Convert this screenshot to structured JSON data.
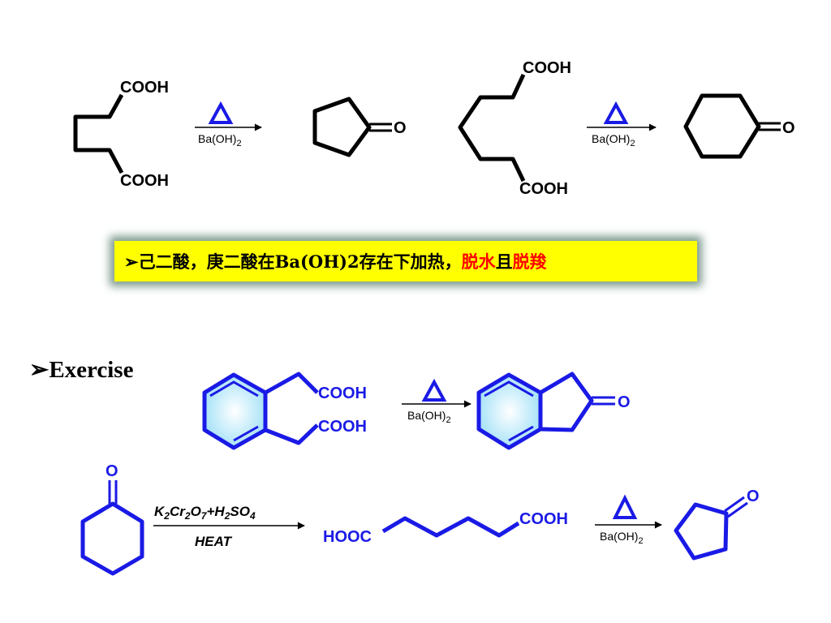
{
  "reaction1": {
    "top_group": "COOH",
    "bottom_group": "COOH",
    "heat_symbol": "Δ",
    "reagent": "Ba(OH)",
    "reagent_sub": "2",
    "product_label": "O"
  },
  "reaction2": {
    "top_group": "COOH",
    "bottom_group": "COOH",
    "heat_symbol": "Δ",
    "reagent": "Ba(OH)",
    "reagent_sub": "2",
    "product_label": "O"
  },
  "note": {
    "bullet": "➢",
    "text": "己二酸，庚二酸在Ba(OH)2存在下加热，",
    "red1": "脱水",
    "mid": "且",
    "red2": "脱羧"
  },
  "exercise": {
    "bullet": "➢",
    "title": "Exercise"
  },
  "reaction3": {
    "top_group": "COOH",
    "bottom_group": "COOH",
    "heat_symbol": "Δ",
    "reagent": "Ba(OH)",
    "reagent_sub": "2",
    "product_label": "O"
  },
  "reaction4": {
    "start_label": "O",
    "cond_k": "K",
    "cond_k_sub": "2",
    "cond_cr": "Cr",
    "cond_cr_sub": "2",
    "cond_o": "O",
    "cond_o_sub": "7",
    "cond_plus": "+H",
    "cond_h_sub": "2",
    "cond_so": "SO",
    "cond_so_sub": "4",
    "cond_heat": "HEAT",
    "left_group": "HOOC",
    "right_group": "COOH",
    "heat_symbol": "Δ",
    "reagent": "Ba(OH)",
    "reagent_sub": "2",
    "product_label": "O"
  },
  "colors": {
    "black_structures": "#000000",
    "blue_structures": "#1a1ae6",
    "heat_triangle": "#1a1ae6",
    "note_background": "#ffff00",
    "note_highlight": "#ff0000",
    "aromatic_fill": "#9fe0f7"
  }
}
